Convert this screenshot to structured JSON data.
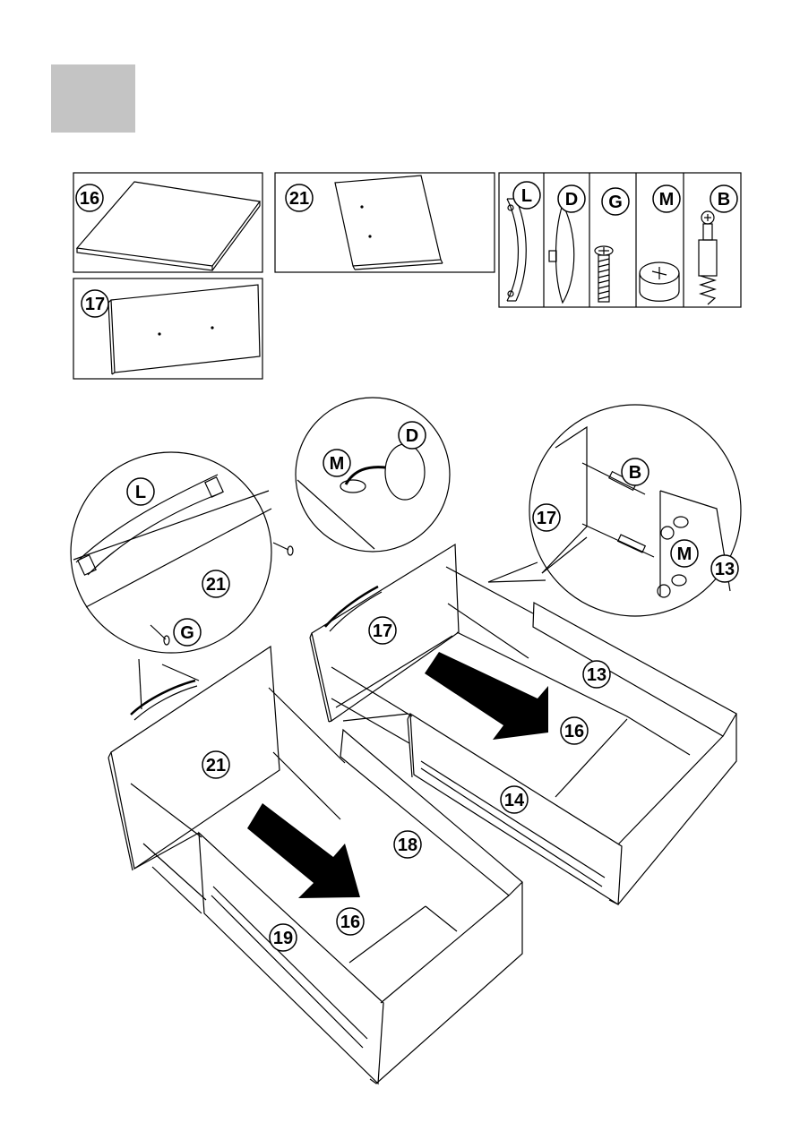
{
  "parts": {
    "p16": "16",
    "p21": "21",
    "p17": "17"
  },
  "hardware": {
    "L": "L",
    "D": "D",
    "G": "G",
    "M": "M",
    "B": "B"
  },
  "details": {
    "left_L": "L",
    "left_21": "21",
    "left_G": "G",
    "mid_M": "M",
    "mid_D": "D",
    "right_B": "B",
    "right_17": "17",
    "right_M": "M",
    "right_13": "13"
  },
  "assembly": {
    "a17": "17",
    "a13": "13",
    "a16_right": "16",
    "a14": "14",
    "a21": "21",
    "a18": "18",
    "a16_left": "16",
    "a19": "19"
  }
}
